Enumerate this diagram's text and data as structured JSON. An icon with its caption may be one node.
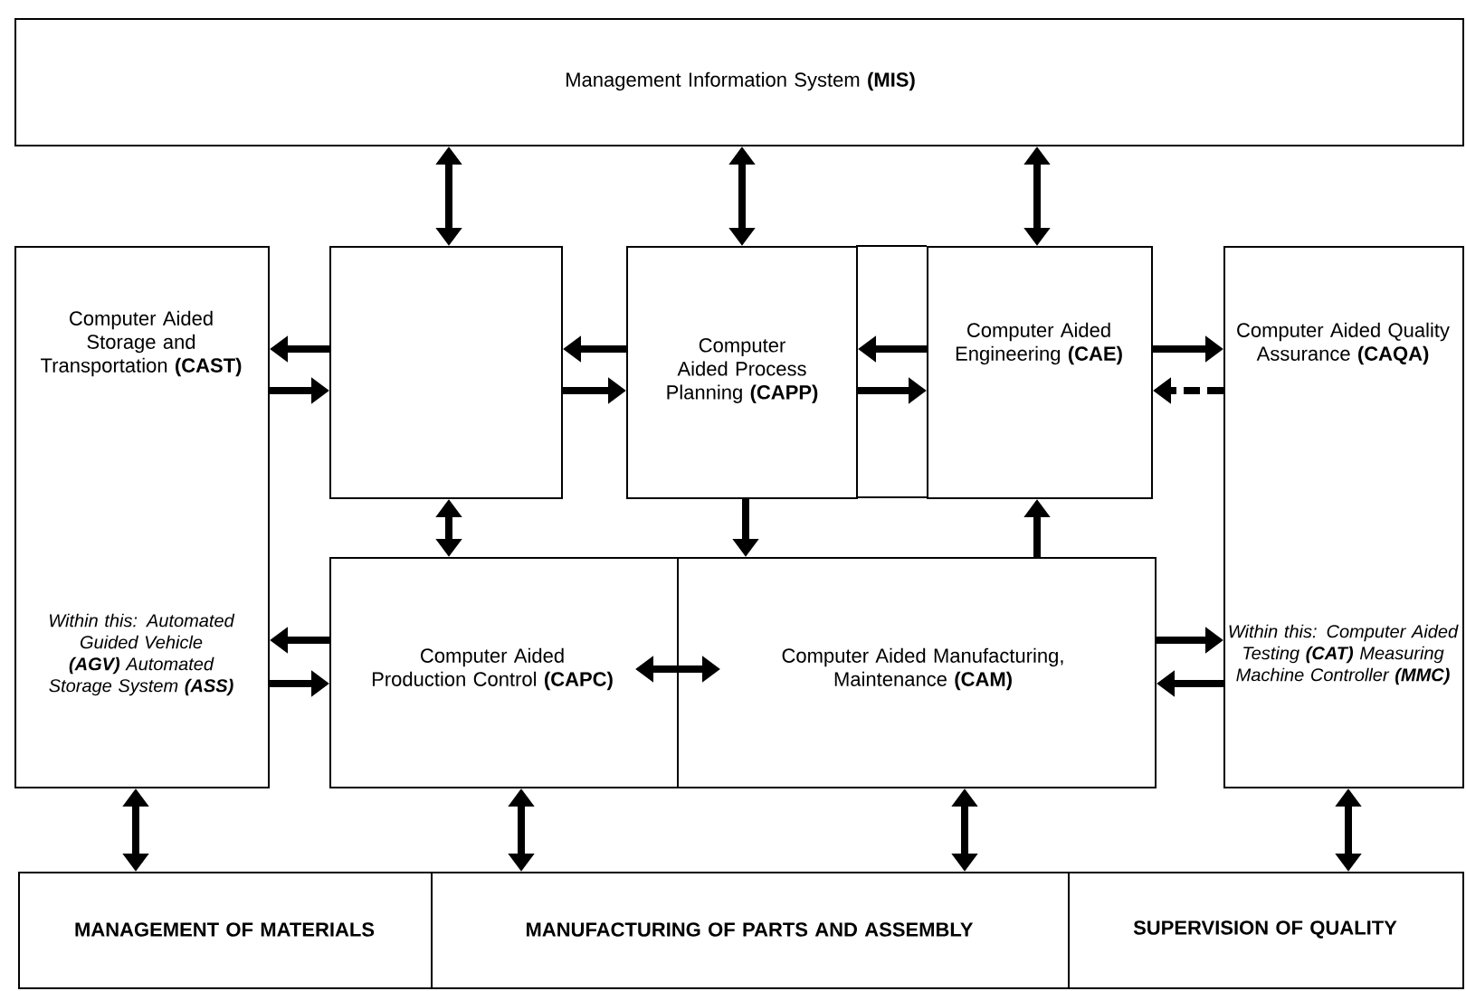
{
  "diagram": {
    "nodes": [
      {
        "text": [
          "Management Information System **(MIS)**"
        ]
      },
      {
        "text": [
          "Computer Aided Storage and Transportation **(CAST)**",
          "Within this: Automated Guided Vehicle **(AGV)** Automated Storage System **(ASS)**"
        ]
      },
      {
        "text": [],
        "shape": "box"
      },
      {
        "text": [
          "Computer Aided Process Planning **(CAPP)**"
        ]
      },
      {
        "text": [
          "Computer Aided Engineering **(CAE)**"
        ]
      },
      {
        "text": [
          "Computer Aided Quality Assurance **(CAQA)**",
          "Within this: Computer Aided Testing **(CAT)** Measuring Machine Controller **(MMC)**"
        ]
      },
      {
        "text": [
          "Computer Aided Production Control **(CAPC)**"
        ]
      },
      {
        "text": [
          "Computer Aided Manufacturing, Maintenance **(CAM)**"
        ]
      },
      {
        "text": [
          "MANAGEMENT OF MATERIALS"
        ]
      },
      {
        "text": [
          "MANUFACTURING OF PARTS AND ASSEMBLY"
        ]
      },
      {
        "text": [
          "SUPERVISION OF QUALITY"
        ]
      }
    ],
    "edges": [
      {
        "from": 0,
        "to": 2,
        "arrow": "both"
      },
      {
        "from": 0,
        "to": 3,
        "arrow": "both"
      },
      {
        "from": 0,
        "to": 4,
        "arrow": "both"
      },
      {
        "from": 2,
        "to": 1,
        "arrow": "to"
      },
      {
        "from": 1,
        "to": 2,
        "arrow": "to"
      },
      {
        "from": 3,
        "to": 2,
        "arrow": "to"
      },
      {
        "from": 2,
        "to": 3,
        "arrow": "to"
      },
      {
        "from": 4,
        "to": 3,
        "arrow": "to"
      },
      {
        "from": 3,
        "to": 4,
        "arrow": "to"
      },
      {
        "from": 4,
        "to": 5,
        "arrow": "to"
      },
      {
        "from": 5,
        "to": 4,
        "arrow": "to",
        "style": "dashed"
      },
      {
        "from": 2,
        "to": 6,
        "arrow": "both"
      },
      {
        "from": 3,
        "to": 7,
        "arrow": "to"
      },
      {
        "from": 7,
        "to": 4,
        "arrow": "to"
      },
      {
        "from": 6,
        "to": 1,
        "arrow": "to"
      },
      {
        "from": 1,
        "to": 6,
        "arrow": "to"
      },
      {
        "from": 6,
        "to": 7,
        "arrow": "both"
      },
      {
        "from": 7,
        "to": 5,
        "arrow": "to"
      },
      {
        "from": 5,
        "to": 7,
        "arrow": "to"
      },
      {
        "from": 1,
        "to": 8,
        "arrow": "both"
      },
      {
        "from": 6,
        "to": 9,
        "arrow": "both"
      },
      {
        "from": 7,
        "to": 9,
        "arrow": "both"
      },
      {
        "from": 5,
        "to": 10,
        "arrow": "both"
      }
    ]
  }
}
